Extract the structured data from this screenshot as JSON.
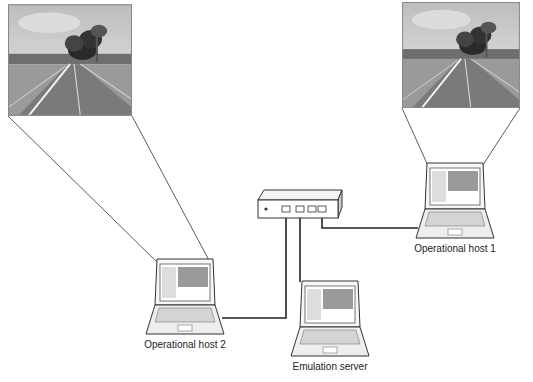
{
  "diagram": {
    "nodes": [
      {
        "text": [
          "Operational host 1"
        ]
      },
      {
        "text": [
          "Operational host 2"
        ]
      },
      {
        "text": [
          "Emulation server"
        ]
      }
    ]
  }
}
